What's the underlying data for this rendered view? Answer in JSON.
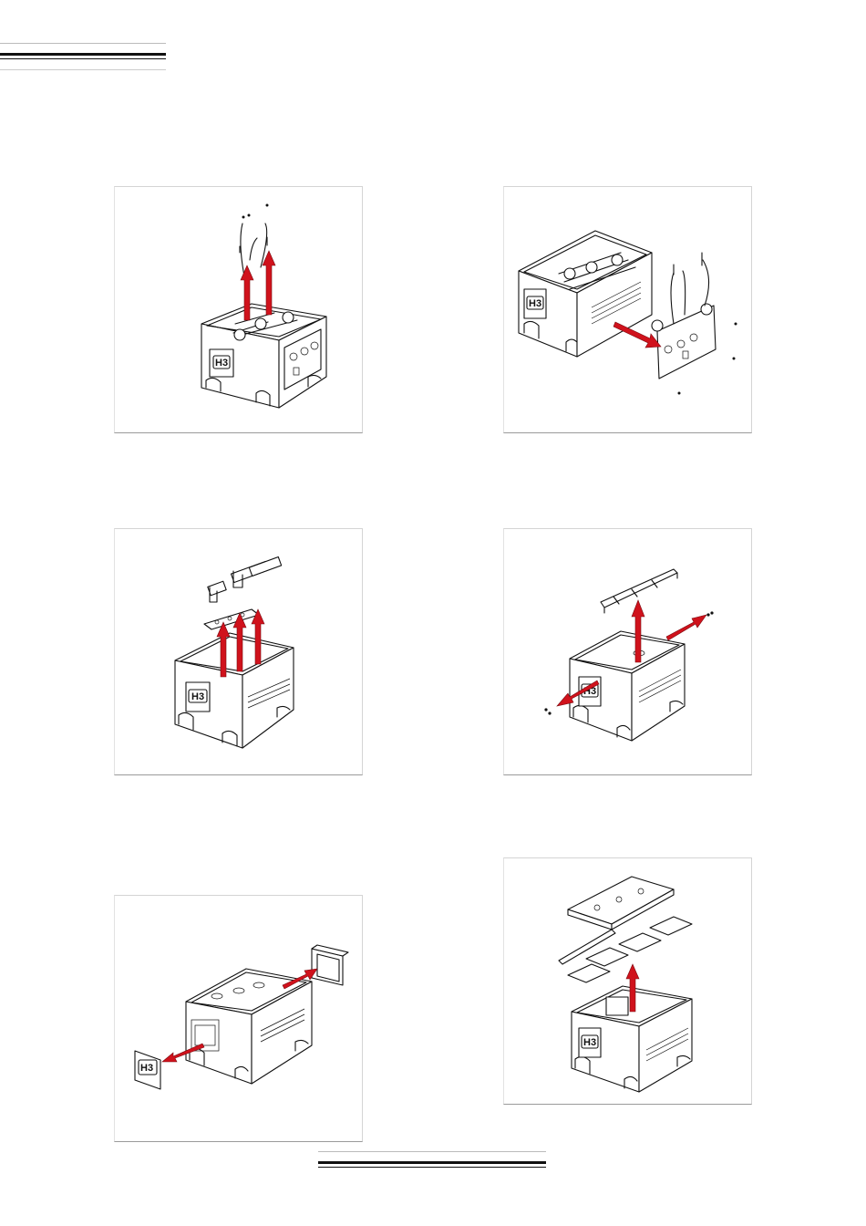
{
  "page": {
    "header_rule": "double",
    "footer_rule": "double"
  },
  "figures": [
    {
      "id": "fig-1",
      "icon": "lift-out-pipes-and-tubes-illustration",
      "arrow_color": "#d0121c",
      "label": "H3"
    },
    {
      "id": "fig-2",
      "icon": "remove-front-panel-illustration",
      "arrow_color": "#d0121c",
      "label": "H3"
    },
    {
      "id": "fig-3",
      "icon": "lift-out-elbow-fittings-illustration",
      "arrow_color": "#d0121c",
      "label": "H3"
    },
    {
      "id": "fig-4",
      "icon": "remove-top-rail-and-screws-illustration",
      "arrow_color": "#d0121c",
      "label": "H3"
    },
    {
      "id": "fig-5",
      "icon": "remove-side-plates-illustration",
      "arrow_color": "#d0121c",
      "label": "H3"
    },
    {
      "id": "fig-6",
      "icon": "lift-out-top-panels-illustration",
      "arrow_color": "#d0121c",
      "label": "H3"
    }
  ]
}
